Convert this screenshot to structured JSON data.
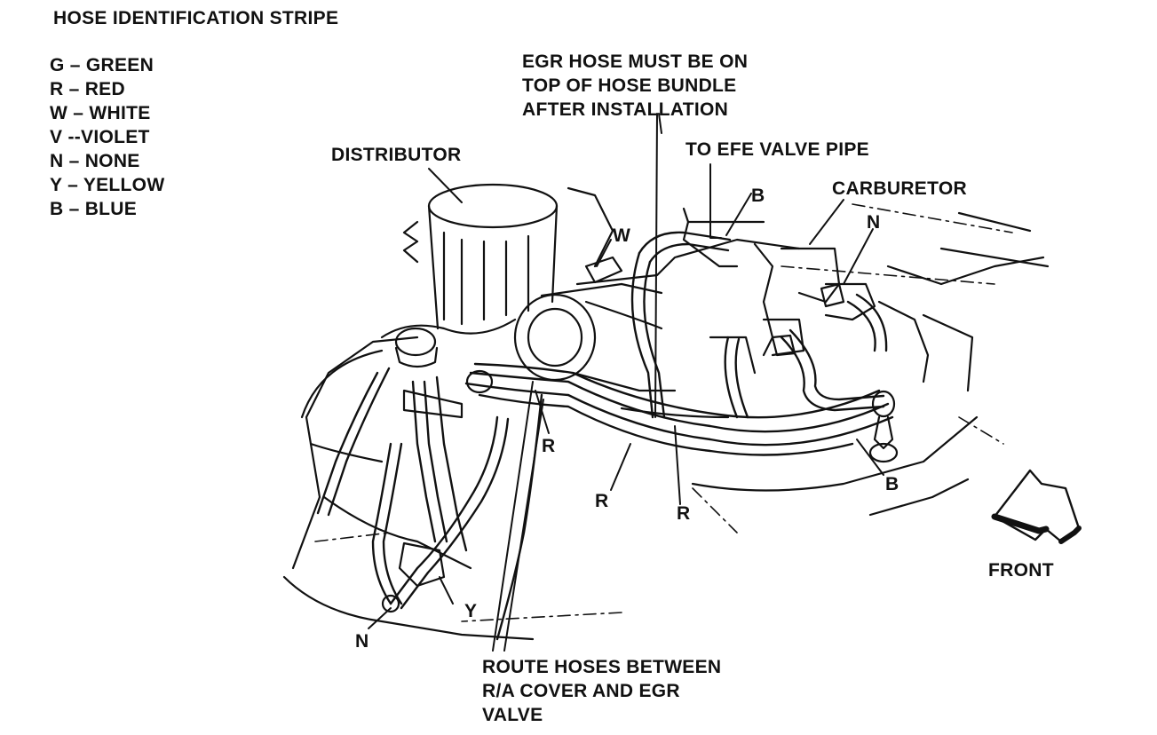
{
  "legend": {
    "title": "HOSE IDENTIFICATION STRIPE",
    "items": [
      {
        "code": "G",
        "sep": " – ",
        "color": "GREEN"
      },
      {
        "code": "R",
        "sep": " – ",
        "color": "RED"
      },
      {
        "code": "W",
        "sep": " – ",
        "color": "WHITE"
      },
      {
        "code": "V",
        "sep": " --",
        "color": "VIOLET"
      },
      {
        "code": "N",
        "sep": " – ",
        "color": "NONE"
      },
      {
        "code": "Y",
        "sep": " – ",
        "color": "YELLOW"
      },
      {
        "code": "B",
        "sep": " – ",
        "color": "BLUE"
      }
    ]
  },
  "callouts": {
    "egr_note": [
      "EGR HOSE MUST BE ON",
      "TOP OF HOSE BUNDLE",
      "AFTER INSTALLATION"
    ],
    "distributor": "DISTRIBUTOR",
    "efe": "TO EFE VALVE PIPE",
    "carburetor": "CARBURETOR",
    "route_note": [
      "ROUTE HOSES BETWEEN",
      "R/A COVER AND EGR",
      "VALVE"
    ],
    "front": "FRONT"
  },
  "hose_tags": {
    "w": "W",
    "b_top": "B",
    "n_right": "N",
    "r_left": "R",
    "r_mid": "R",
    "r_right": "R",
    "b_bottom": "B",
    "y": "Y",
    "n_bottom": "N"
  },
  "colors": {
    "ink": "#111111",
    "background": "#ffffff"
  }
}
